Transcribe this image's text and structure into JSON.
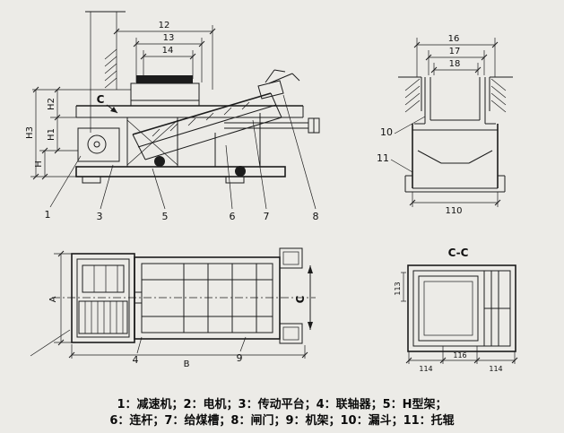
{
  "colors": {
    "paper": "#ECEBE7",
    "ink": "#1c1c1c"
  },
  "caption": {
    "line1": "1：减速机；2：电机；3：传动平台；4：联轴器；5：H型架；",
    "line2": "6：连杆；7：给煤槽；8：闸门；9：机架；10：漏斗；11：托辊"
  },
  "side_view": {
    "dims_top": [
      "12",
      "13",
      "14"
    ],
    "dims_left": [
      "H3",
      "H2",
      "H1",
      "H"
    ],
    "section_label": "C",
    "callouts": [
      "1",
      "3",
      "5",
      "6",
      "7",
      "8"
    ]
  },
  "end_view": {
    "dims_top": [
      "16",
      "17",
      "18"
    ],
    "dim_bottom": "110",
    "callouts": [
      "10",
      "11"
    ]
  },
  "plan_view": {
    "dim_height": "A",
    "dim_length": "B",
    "section_label": "C",
    "callouts": [
      "4",
      "9"
    ]
  },
  "section_view": {
    "title": "C-C",
    "dim_left": "113",
    "dims_bottom": [
      "114",
      "116",
      "114"
    ]
  }
}
